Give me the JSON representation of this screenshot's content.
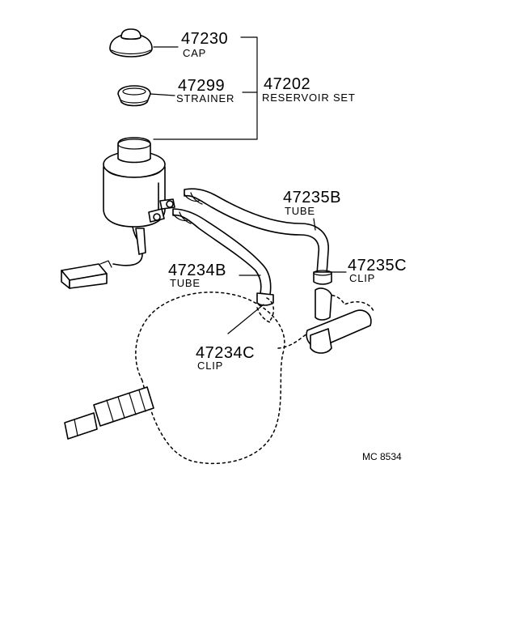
{
  "parts": [
    {
      "number": "47230",
      "name": "CAP"
    },
    {
      "number": "47299",
      "name": "STRAINER"
    },
    {
      "number": "47202",
      "name": "RESERVOIR SET"
    },
    {
      "number": "47235B",
      "name": "TUBE"
    },
    {
      "number": "47235C",
      "name": "CLIP"
    },
    {
      "number": "47234B",
      "name": "TUBE"
    },
    {
      "number": "47234C",
      "name": "CLIP"
    }
  ],
  "diagram_code": "MC 8534"
}
